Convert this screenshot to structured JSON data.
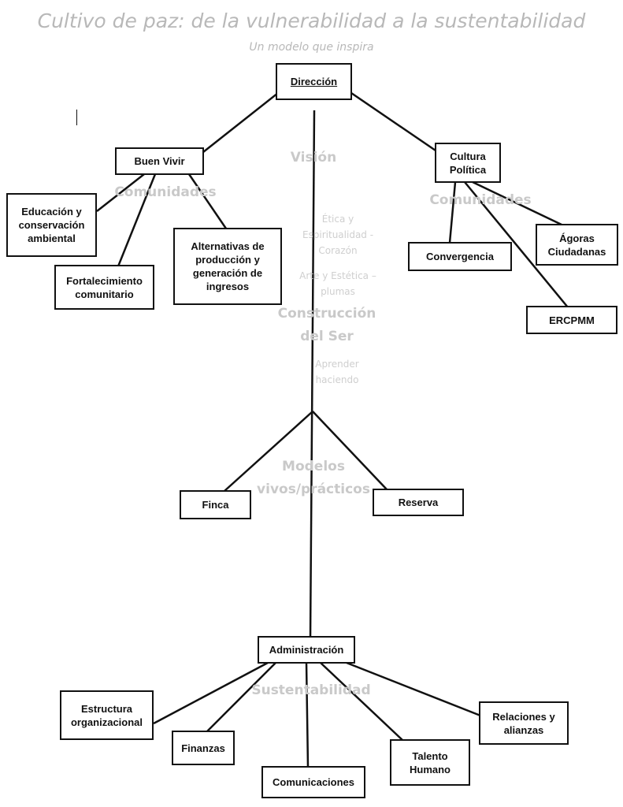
{
  "header": {
    "title": "Cultivo de paz: de la vulnerabilidad a la sustentabilidad",
    "subtitle": "Un modelo que inspira"
  },
  "nodes": {
    "direccion": "Dirección",
    "buen_vivir": "Buen Vivir",
    "cultura_politica": "Cultura Política",
    "educacion": "Educación y conservación ambiental",
    "fortalecimiento": "Fortalecimiento comunitario",
    "alternativas": "Alternativas de producción y generación de ingresos",
    "convergencia": "Convergencia",
    "agoras": "Ágoras Ciudadanas",
    "ercpmm": "ERCPMM",
    "finca": "Finca",
    "reserva": "Reserva",
    "administracion": "Administración",
    "estructura": "Estructura organizacional",
    "finanzas": "Finanzas",
    "comunicaciones": "Comunicaciones",
    "talento": "Talento Humano",
    "relaciones": "Relaciones y alianzas"
  },
  "watermarks": {
    "vision": "Visión",
    "comunidades_left": "Comunidades",
    "comunidades_right": "Comunidades",
    "etica": "Ética y Espiritualidad - Corazón",
    "arte": "Arte y Estética – plumas",
    "construccion": "Construcción del Ser",
    "aprender": "Aprender haciendo",
    "modelos": "Modelos vivos/prácticos",
    "sustentabilidad": "Sustentabilidad"
  }
}
